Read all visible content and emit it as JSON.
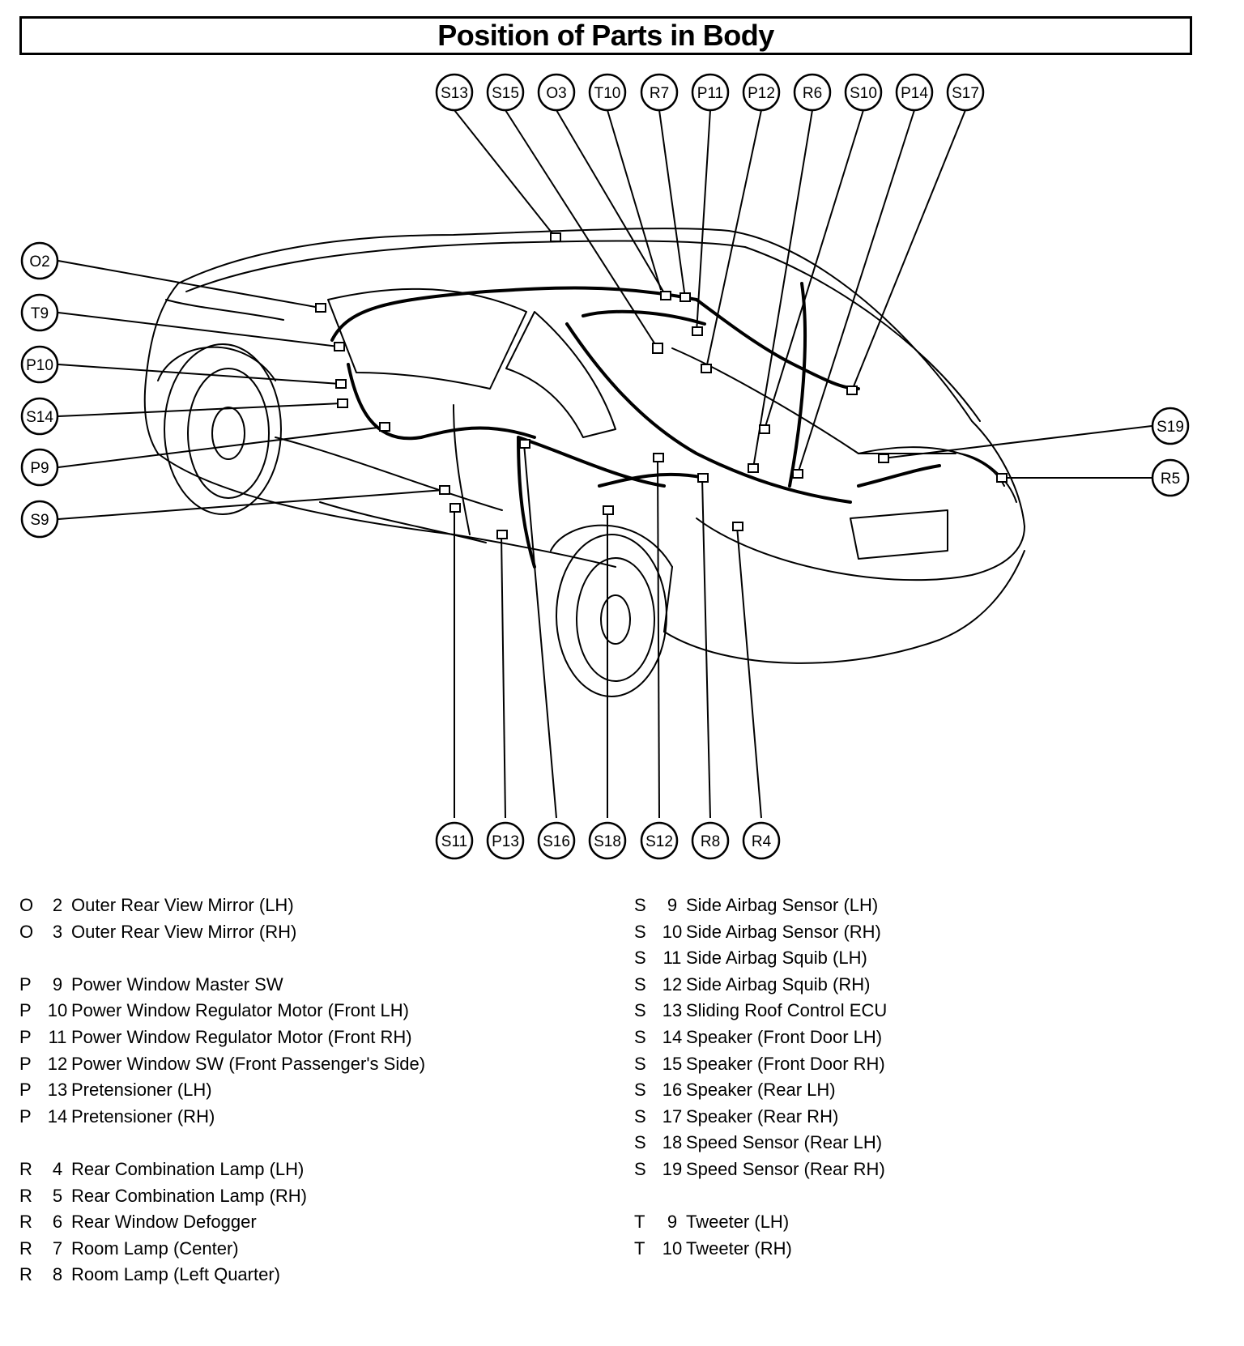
{
  "title": "Position of Parts in Body",
  "connectors_top": [
    "S13",
    "S15",
    "O3",
    "T10",
    "R7",
    "P11",
    "P12",
    "R6",
    "S10",
    "P14",
    "S17"
  ],
  "connectors_left": [
    "O2",
    "T9",
    "P10",
    "S14",
    "P9",
    "S9"
  ],
  "connectors_right": [
    "S19",
    "R5"
  ],
  "connectors_bottom": [
    "S11",
    "P13",
    "S16",
    "S18",
    "S12",
    "R8",
    "R4"
  ],
  "legend_left": [
    {
      "code": "O",
      "num": "2",
      "desc": "Outer Rear View Mirror (LH)"
    },
    {
      "code": "O",
      "num": "3",
      "desc": "Outer Rear View Mirror (RH)"
    },
    {
      "gap": true
    },
    {
      "code": "P",
      "num": "9",
      "desc": "Power Window Master SW"
    },
    {
      "code": "P",
      "num": "10",
      "desc": "Power Window Regulator Motor (Front LH)"
    },
    {
      "code": "P",
      "num": "11",
      "desc": "Power Window Regulator Motor (Front RH)"
    },
    {
      "code": "P",
      "num": "12",
      "desc": "Power Window SW (Front Passenger's Side)"
    },
    {
      "code": "P",
      "num": "13",
      "desc": "Pretensioner (LH)"
    },
    {
      "code": "P",
      "num": "14",
      "desc": "Pretensioner (RH)"
    },
    {
      "gap": true
    },
    {
      "code": "R",
      "num": "4",
      "desc": "Rear Combination Lamp (LH)"
    },
    {
      "code": "R",
      "num": "5",
      "desc": "Rear Combination Lamp (RH)"
    },
    {
      "code": "R",
      "num": "6",
      "desc": "Rear Window Defogger"
    },
    {
      "code": "R",
      "num": "7",
      "desc": "Room Lamp (Center)"
    },
    {
      "code": "R",
      "num": "8",
      "desc": "Room Lamp (Left Quarter)"
    }
  ],
  "legend_right": [
    {
      "code": "S",
      "num": "9",
      "desc": "Side Airbag Sensor (LH)"
    },
    {
      "code": "S",
      "num": "10",
      "desc": "Side Airbag Sensor (RH)"
    },
    {
      "code": "S",
      "num": "11",
      "desc": "Side Airbag Squib (LH)"
    },
    {
      "code": "S",
      "num": "12",
      "desc": "Side Airbag Squib (RH)"
    },
    {
      "code": "S",
      "num": "13",
      "desc": "Sliding Roof Control ECU"
    },
    {
      "code": "S",
      "num": "14",
      "desc": "Speaker (Front Door LH)"
    },
    {
      "code": "S",
      "num": "15",
      "desc": "Speaker (Front Door RH)"
    },
    {
      "code": "S",
      "num": "16",
      "desc": "Speaker (Rear LH)"
    },
    {
      "code": "S",
      "num": "17",
      "desc": "Speaker (Rear RH)"
    },
    {
      "code": "S",
      "num": "18",
      "desc": "Speed Sensor (Rear LH)"
    },
    {
      "code": "S",
      "num": "19",
      "desc": "Speed Sensor (Rear RH)"
    },
    {
      "gap": true
    },
    {
      "code": "T",
      "num": "9",
      "desc": "Tweeter (LH)"
    },
    {
      "code": "T",
      "num": "10",
      "desc": "Tweeter (RH)"
    }
  ]
}
